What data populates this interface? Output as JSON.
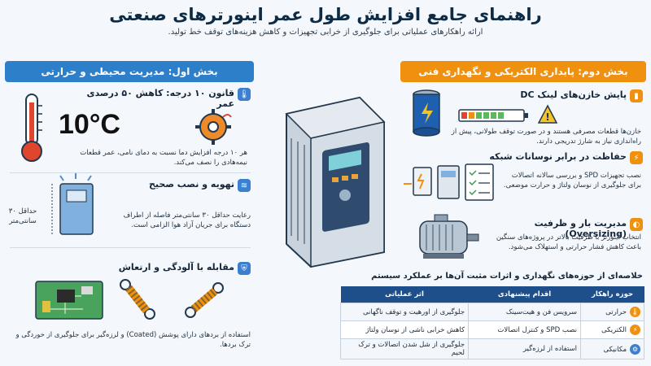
{
  "title": "راهنمای جامع افزایش طول عمر اینورترهای صنعتی",
  "subtitle": "ارائه راهکارهای عملیاتی برای جلوگیری از خرابی تجهیزات و کاهش هزینه‌های توقف خط تولید.",
  "left": {
    "header": "بخش اول: مدیریت محیطی و حرارتی",
    "rule10": {
      "title": "قانون ۱۰ درجه: کاهش ۵۰ درصدی عمر",
      "big": "10°C",
      "text": "هر ۱۰ درجه افزایش دما نسبت به دمای نامی، عمر قطعات نیمه‌هادی را نصف می‌کند."
    },
    "ventilation": {
      "title": "تهویه و نصب صحیح",
      "clearance": "حداقل ۳۰ سانتی‌متر",
      "text": "رعایت حداقل ۳۰ سانتی‌متر فاصله از اطراف دستگاه برای جریان آزاد هوا الزامی است."
    },
    "pollution": {
      "title": "مقابله با آلودگی و ارتعاش",
      "text": "استفاده از بردهای دارای پوشش (Coated) و لرزه‌گیر برای جلوگیری از خوردگی و ترک بردها."
    }
  },
  "right": {
    "header": "بخش دوم: پایداری الکتریکی و نگهداری فنی",
    "dc": {
      "title": "پایش خازن‌های لینک DC",
      "text": "خازن‌ها قطعات مصرفی هستند و در صورت توقف طولانی، پیش از راه‌اندازی نیاز به شارژ تدریجی دارند."
    },
    "grid": {
      "title": "حفاظت در برابر نوسانات شبکه",
      "text": "نصب تجهیزات SPD و بررسی سالانه اتصالات برای جلوگیری از نوسان ولتاژ و حرارت موضعی."
    },
    "sizing": {
      "title": "مدیریت بار و ظرفیت (Oversizing)",
      "text": "انتخاب اینورتر با ظرفیت بالاتر در پروژه‌های سنگین باعث کاهش فشار حرارتی و استهلاک می‌شود."
    },
    "summary_title": "خلاصه‌ای از حوزه‌های نگهداری و اثرات مثبت آن‌ها بر عملکرد سیستم",
    "table": {
      "headers": [
        "حوزه راهکار",
        "اقدام پیشنهادی",
        "اثر عملیاتی"
      ],
      "rows": [
        {
          "area": "حرارتی",
          "action": "سرویس فن و هیت‌سینک",
          "effect": "جلوگیری از اورهیت و توقف ناگهانی",
          "icon": "thermal-icon",
          "color": "#f0900f"
        },
        {
          "area": "الکتریکی",
          "action": "نصب SPD و کنترل اتصالات",
          "effect": "کاهش خرابی ناشی از نوسان ولتاژ",
          "icon": "lightning-icon",
          "color": "#f0900f"
        },
        {
          "area": "مکانیکی",
          "action": "استفاده از لرزه‌گیر",
          "effect": "جلوگیری از شل شدن اتصالات و ترک لحیم",
          "icon": "gear-icon",
          "color": "#3b7fd0"
        }
      ]
    }
  },
  "colors": {
    "blue": "#2c7fc8",
    "orange": "#f0900f",
    "navy": "#1f4f8a"
  }
}
